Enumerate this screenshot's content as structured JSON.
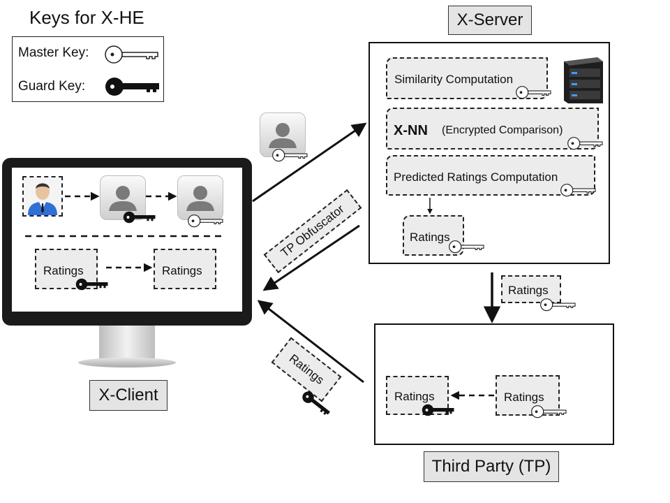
{
  "legend": {
    "title": "Keys for X-HE",
    "master_key_label": "Master Key:",
    "guard_key_label": "Guard Key:"
  },
  "server": {
    "title": "X-Server",
    "similarity": "Similarity Computation",
    "xnn_name": "X-NN",
    "xnn_desc": "(Encrypted Comparison)",
    "predicted": "Predicted Ratings Computation",
    "ratings": "Ratings"
  },
  "client": {
    "title": "X-Client",
    "ratings_in": "Ratings",
    "ratings_out": "Ratings"
  },
  "tp": {
    "title": "Third Party (TP)",
    "ratings_left": "Ratings",
    "ratings_right": "Ratings"
  },
  "flows": {
    "obfuscator": "TP Obfuscator",
    "ratings_to_tp": "Ratings",
    "ratings_to_client": "Ratings"
  },
  "icons": {
    "master_key": "master-key-icon",
    "guard_key": "guard-key-icon",
    "server": "server-rack-icon",
    "user": "user-icon",
    "profile": "profile-avatar-icon"
  },
  "colors": {
    "box_fill": "#ececec",
    "label_fill": "#e4e4e4",
    "server_led": "#3aa0ff",
    "user_shirt": "#2f6fd6"
  }
}
